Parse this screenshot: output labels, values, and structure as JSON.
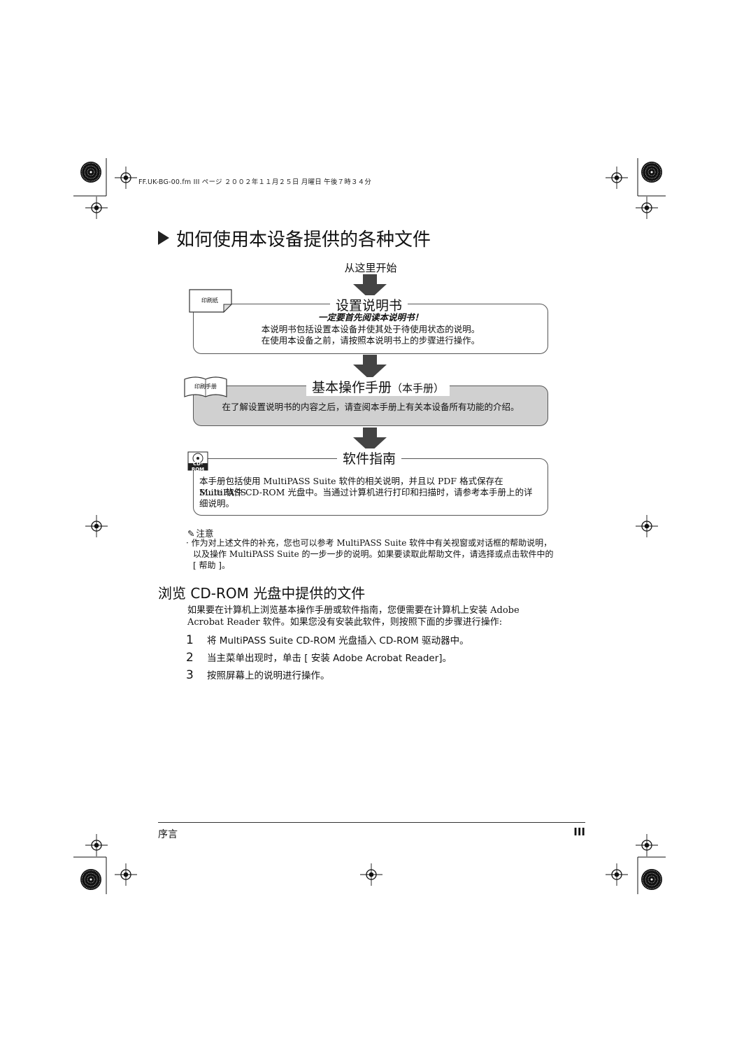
{
  "header": {
    "line": "FF.UK-BG-00.fm  III ページ  ２００２年１１月２５日  月曜日  午後７時３４分"
  },
  "title": "如何使用本设备提供的各种文件",
  "flow": {
    "start_label": "从这里开始",
    "box1": {
      "tag": "印刷纸",
      "title": "设置说明书",
      "emphasis": "一定要首先阅读本说明书！",
      "line1": "本说明书包括设置本设备并使其处于待使用状态的说明。",
      "line2": "在使用本设备之前，请按照本说明书上的步骤进行操作。"
    },
    "box2": {
      "tag": "印刷手册",
      "title": "基本操作手册",
      "title_suffix": "（本手册）",
      "line1": "在了解设置说明书的内容之后，请查阅本手册上有关本设备所有功能的介绍。"
    },
    "box3": {
      "tag": "CD-ROM",
      "title": "软件指南",
      "line1": "本手册包括使用 MultiPASS Suite 软件的相关说明，并且以 PDF 格式保存在 MultiPASS",
      "line2": "Suite 软件 CD-ROM 光盘中。当通过计算机进行打印和扫描时，请参考本手册上的详",
      "line3": "细说明。"
    }
  },
  "note": {
    "icon": "pencil-icon",
    "heading": "注意",
    "line1": "· 作为对上述文件的补充，您也可以参考 MultiPASS Suite 软件中有关视窗或对话框的帮助说明，",
    "line2": "以及操作 MultiPASS Suite 的一步一步的说明。如果要读取此帮助文件，请选择或点击软件中的",
    "line3": "[ 帮助 ]。"
  },
  "section": {
    "title": "浏览 CD-ROM 光盘中提供的文件",
    "intro_line1": "如果要在计算机上浏览基本操作手册或软件指南，您便需要在计算机上安装 Adobe",
    "intro_line2": "Acrobat Reader 软件。如果您没有安装此软件，则按照下面的步骤进行操作:",
    "steps": [
      {
        "num": "1",
        "text": "将 MultiPASS Suite CD-ROM 光盘插入 CD-ROM 驱动器中。"
      },
      {
        "num": "2",
        "text": "当主菜单出现时，单击 [ 安装 Adobe Acrobat Reader]。"
      },
      {
        "num": "3",
        "text": "按照屏幕上的说明进行操作。"
      }
    ]
  },
  "footer": {
    "left": "序言",
    "right": "III"
  },
  "colors": {
    "box2_fill": "#d0d0d0",
    "arrow": "#444444"
  }
}
